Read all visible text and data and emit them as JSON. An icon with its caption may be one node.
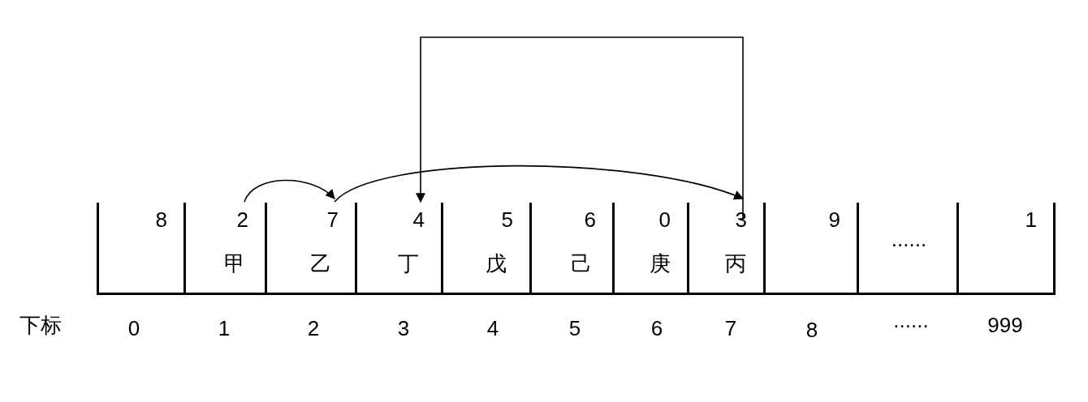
{
  "diagram": {
    "nodes": [
      {
        "text": [
          "8"
        ]
      },
      {
        "text": [
          "2",
          "甲"
        ]
      },
      {
        "text": [
          "7",
          "乙"
        ]
      },
      {
        "text": [
          "4",
          "丁"
        ]
      },
      {
        "text": [
          "5",
          "戊"
        ]
      },
      {
        "text": [
          "6",
          "己"
        ]
      },
      {
        "text": [
          "0",
          "庚"
        ]
      },
      {
        "text": [
          "3",
          "丙"
        ]
      },
      {
        "text": [
          "9"
        ]
      },
      {
        "text": [
          "......"
        ]
      },
      {
        "text": [
          "1"
        ]
      }
    ],
    "edges": [
      {
        "from": 1,
        "to": 2,
        "arrow": "to"
      },
      {
        "from": 2,
        "to": 7,
        "arrow": "to"
      },
      {
        "from": 7,
        "to": 3,
        "arrow": "to"
      }
    ],
    "labels": [
      "下标",
      "0",
      "1",
      "2",
      "3",
      "4",
      "5",
      "6",
      "7",
      "8",
      "......",
      "999"
    ]
  }
}
